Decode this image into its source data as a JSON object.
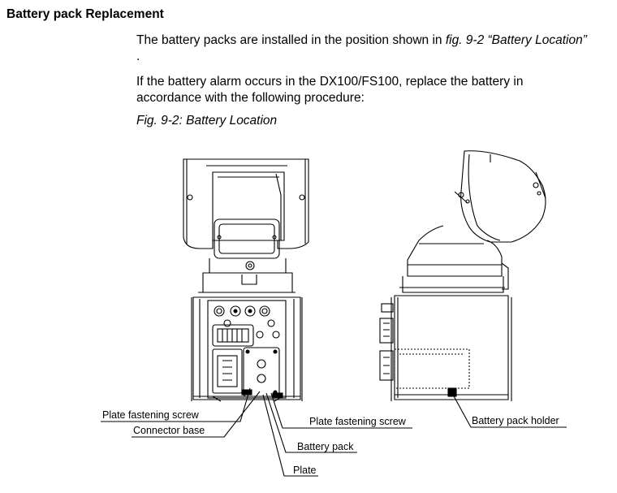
{
  "section": {
    "title": "Battery pack Replacement"
  },
  "paragraph1": {
    "text_before": "The battery packs are installed in the position shown in ",
    "link_text": "fig. 9-2  “Battery Location”",
    "text_after": " ."
  },
  "paragraph2": {
    "text": "If the battery alarm occurs in the DX100/FS100, replace the battery in accordance with the following procedure:"
  },
  "figure": {
    "caption": "Fig. 9-2: Battery Location",
    "labels": {
      "plate_fastening_screw_left": "Plate fastening screw",
      "connector_base": "Connector base",
      "plate_fastening_screw_right": "Plate fastening screw",
      "battery_pack": "Battery pack",
      "plate": "Plate",
      "battery_pack_holder": "Battery pack holder"
    }
  }
}
